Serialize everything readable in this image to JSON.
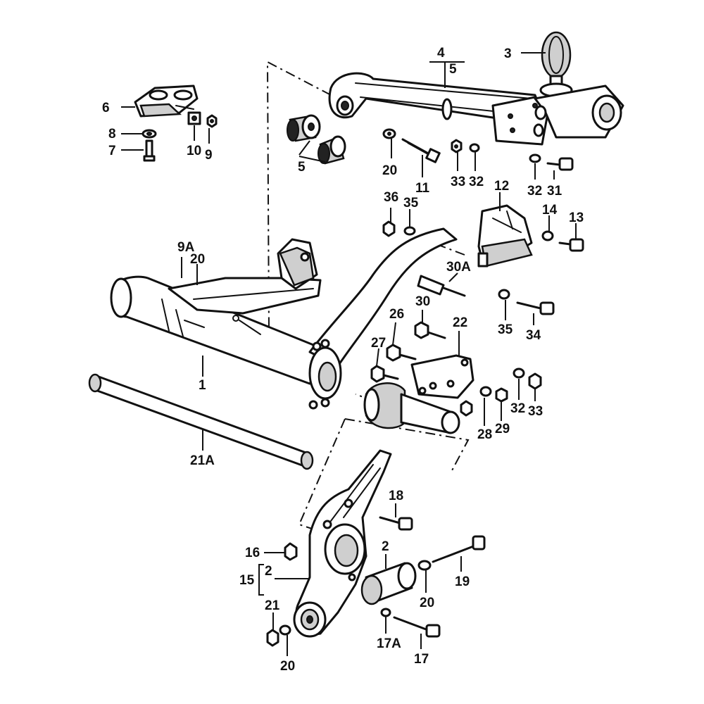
{
  "diagram": {
    "part_numbers": {
      "p1": "1",
      "p2a": "2",
      "p2b": "2",
      "p3": "3",
      "p4": "4",
      "p5a": "5",
      "p5b": "5",
      "p6": "6",
      "p7": "7",
      "p8": "8",
      "p9": "9",
      "p9a": "9A",
      "p10": "10",
      "p11": "11",
      "p12": "12",
      "p13": "13",
      "p14": "14",
      "p15": "15",
      "p16": "16",
      "p17": "17",
      "p17a": "17A",
      "p18": "18",
      "p19": "19",
      "p20a": "20",
      "p20b": "20",
      "p20c": "20",
      "p20d": "20",
      "p21": "21",
      "p21a": "21A",
      "p22": "22",
      "p26": "26",
      "p27": "27",
      "p28": "28",
      "p29": "29",
      "p30": "30",
      "p30a": "30A",
      "p31": "31",
      "p32a": "32",
      "p32b": "32",
      "p32c": "32",
      "p33a": "33",
      "p33b": "33",
      "p34": "34",
      "p35a": "35",
      "p35b": "35",
      "p36": "36"
    }
  }
}
